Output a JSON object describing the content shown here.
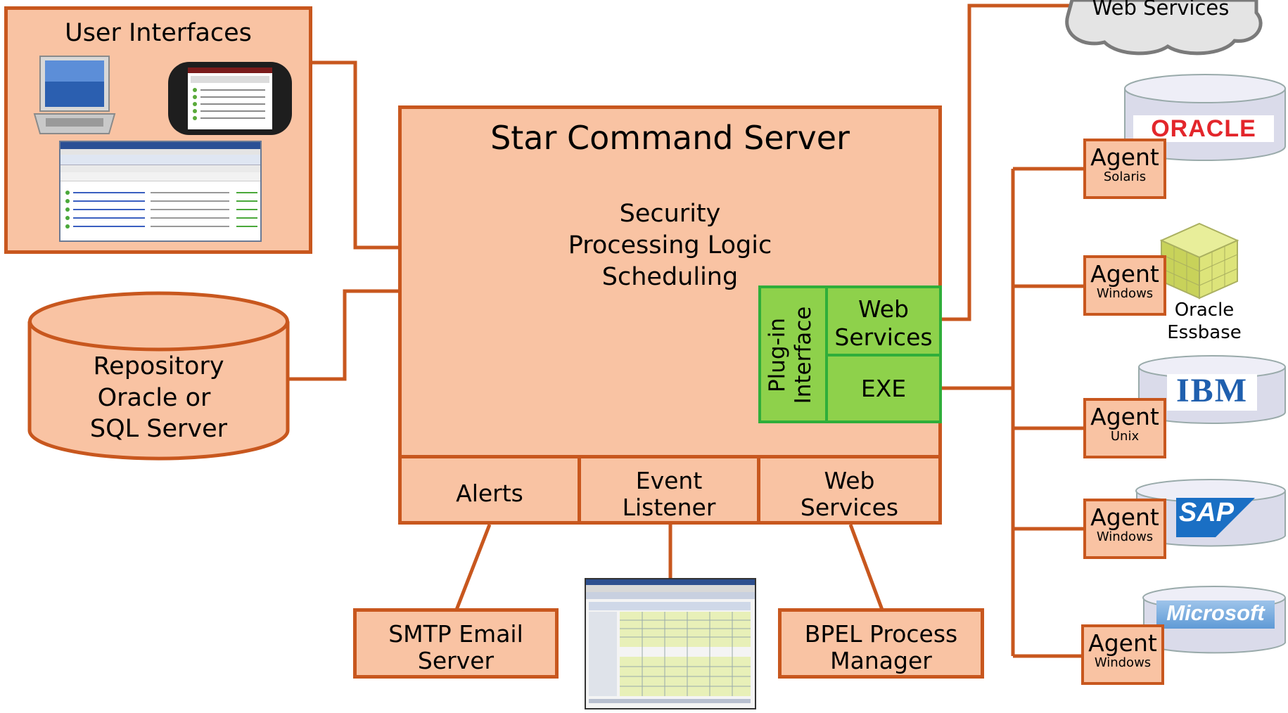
{
  "user_interfaces": {
    "title": "User Interfaces"
  },
  "repository": {
    "line1": "Repository",
    "line2": "Oracle or",
    "line3": "SQL Server"
  },
  "server": {
    "title": "Star Command Server",
    "features": [
      "Security",
      "Processing Logic",
      "Scheduling"
    ],
    "plugin_label_1": "Plug-in",
    "plugin_label_2": "Interface",
    "ws_line1": "Web",
    "ws_line2": "Services",
    "exe": "EXE",
    "bottom": {
      "alerts": "Alerts",
      "event_1": "Event",
      "event_2": "Listener",
      "web_1": "Web",
      "web_2": "Services"
    }
  },
  "cloud": {
    "label": "Web Services"
  },
  "smtp": {
    "line1": "SMTP Email",
    "line2": "Server"
  },
  "bpel": {
    "line1": "BPEL Process",
    "line2": "Manager"
  },
  "agents": [
    {
      "name": "Agent",
      "os": "Solaris",
      "logo": "ORACLE"
    },
    {
      "name": "Agent",
      "os": "Windows",
      "logo": "Oracle Essbase"
    },
    {
      "name": "Agent",
      "os": "Unix",
      "logo": "IBM"
    },
    {
      "name": "Agent",
      "os": "Windows",
      "logo": "SAP"
    },
    {
      "name": "Agent",
      "os": "Windows",
      "logo": "Microsoft"
    }
  ],
  "essbase": {
    "line1": "Oracle",
    "line2": "Essbase"
  },
  "colors": {
    "box_fill": "#F9C3A3",
    "box_border": "#C8571E",
    "green_fill": "#8ED14B",
    "green_border": "#2FAE3A"
  }
}
